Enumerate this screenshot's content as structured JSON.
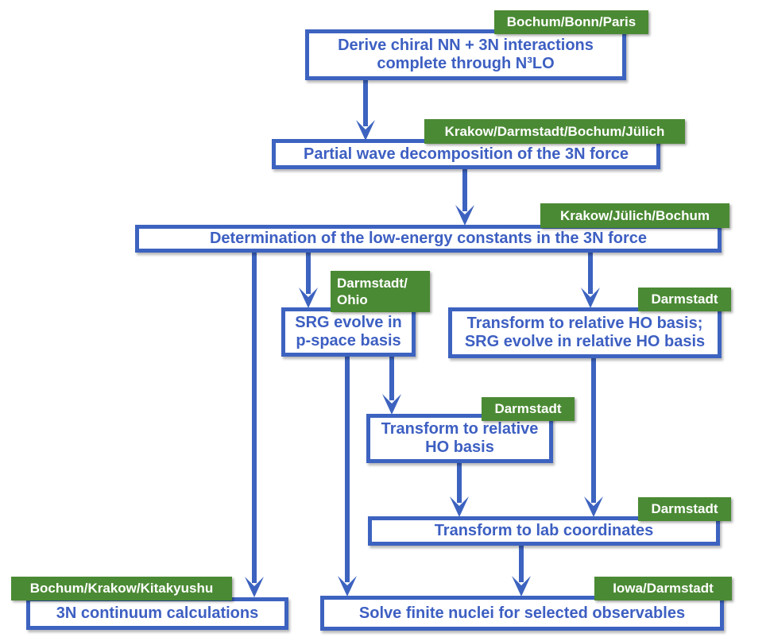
{
  "colors": {
    "box_border": "#3d63c0",
    "box_text": "#3d5fc2",
    "tag_bg": "#4b8a34",
    "tag_text": "#ffffff",
    "arrow": "#3d63c0"
  },
  "nodes": {
    "derive": {
      "label": "Derive chiral NN + 3N interactions\ncomplete through N³LO",
      "tag": "Bochum/Bonn/Paris"
    },
    "pwd": {
      "label": "Partial wave decomposition of the 3N force",
      "tag": "Krakow/Darmstadt/Bochum/Jülich"
    },
    "lec": {
      "label": "Determination of the low-energy constants in the 3N force",
      "tag": "Krakow/Jülich/Bochum"
    },
    "srg_p": {
      "label": "SRG evolve in\np-space basis",
      "tag": "Darmstadt/\nOhio"
    },
    "rel_srg": {
      "label": "Transform to relative HO basis;\nSRG evolve in relative HO basis",
      "tag": "Darmstadt"
    },
    "rel_ho": {
      "label": "Transform to relative\nHO basis",
      "tag": "Darmstadt"
    },
    "lab": {
      "label": "Transform to lab coordinates",
      "tag": "Darmstadt"
    },
    "continuum": {
      "label": "3N continuum calculations",
      "tag": "Bochum/Krakow/Kitakyushu"
    },
    "finite": {
      "label": "Solve finite nuclei for selected observables",
      "tag": "Iowa/Darmstadt"
    }
  },
  "edges": [
    {
      "from": "derive",
      "to": "pwd"
    },
    {
      "from": "pwd",
      "to": "lec"
    },
    {
      "from": "lec",
      "to": "continuum"
    },
    {
      "from": "lec",
      "to": "srg_p"
    },
    {
      "from": "lec",
      "to": "rel_srg"
    },
    {
      "from": "srg_p",
      "to": "finite"
    },
    {
      "from": "srg_p",
      "to": "rel_ho"
    },
    {
      "from": "rel_ho",
      "to": "lab"
    },
    {
      "from": "rel_srg",
      "to": "lab"
    },
    {
      "from": "lab",
      "to": "finite"
    }
  ]
}
